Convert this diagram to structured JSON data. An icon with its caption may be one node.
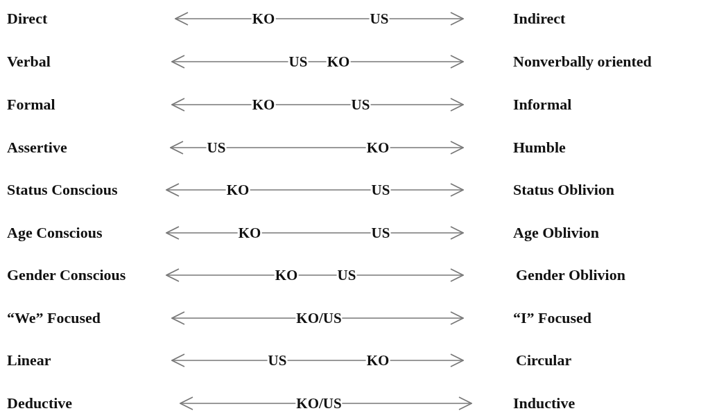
{
  "diagram": {
    "labels": [
      "Direct",
      "KO",
      "US",
      "Indirect",
      "Verbal",
      "US",
      "KO",
      "Nonverbally oriented",
      "Formal",
      "KO",
      "US",
      "Informal",
      "Assertive",
      "US",
      "KO",
      "Humble",
      "Status Conscious",
      "KO",
      "US",
      "Status Oblivion",
      "Age Conscious",
      "KO",
      "US",
      "Age Oblivion",
      "Gender Conscious",
      "KO",
      "US",
      "Gender Oblivion",
      "“We” Focused",
      "KO/US",
      "“I” Focused",
      "Linear",
      "US",
      "KO",
      "Circular",
      "Deductive",
      "KO/US",
      "Inductive"
    ]
  }
}
